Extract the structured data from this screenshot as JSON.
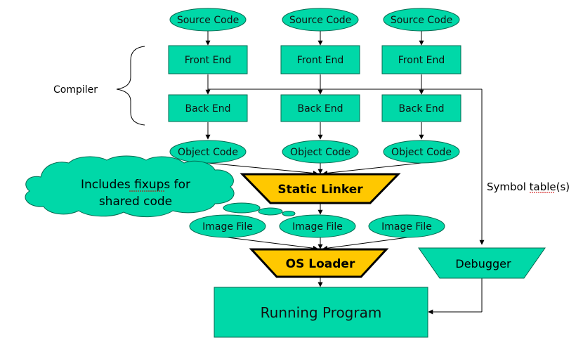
{
  "source_code": [
    "Source Code",
    "Source Code",
    "Source Code"
  ],
  "front_end": [
    "Front End",
    "Front End",
    "Front End"
  ],
  "back_end": [
    "Back End",
    "Back End",
    "Back End"
  ],
  "object_code": [
    "Object Code",
    "Object Code",
    "Object Code"
  ],
  "image_file": [
    "Image File",
    "Image File",
    "Image File"
  ],
  "compiler_label": "Compiler",
  "static_linker": "Static Linker",
  "os_loader": "OS Loader",
  "debugger": "Debugger",
  "symbol_table": "Symbol table(s)",
  "running_program": "Running Program",
  "cloud": {
    "line1": "Includes fixups for",
    "line2": "shared code"
  },
  "colors": {
    "node_fill": "#00d8a8",
    "trapezoid_fill": "#ffc800",
    "line": "#000000"
  }
}
